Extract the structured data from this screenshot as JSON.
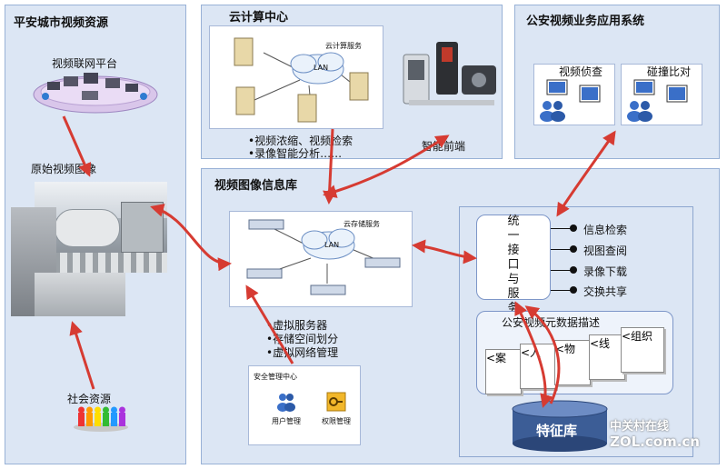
{
  "panels": {
    "left_title": "平安城市视频资源",
    "cloud_title": "云计算中心",
    "police_title": "公安视频业务应用系统",
    "db_title": "视频图像信息库"
  },
  "left": {
    "platform_label": "视频联网平台",
    "raw_video_label": "原始视频图像",
    "social_label": "社会资源"
  },
  "cloud": {
    "service_label": "云计算服务",
    "lan_label": "LAN",
    "bullets": [
      "•视频浓缩、视频检索",
      "•录像智能分析……"
    ],
    "front_end_label": "智能前端"
  },
  "police": {
    "app1": "视频侦查",
    "app2": "碰撞比对"
  },
  "db": {
    "storage_label": "云存储服务",
    "lan_label": "LAN",
    "bullets": [
      "•虚拟服务器",
      "•存储空间划分",
      "•虚拟网络管理"
    ],
    "security_title": "安全管理中心",
    "sec_items": [
      "用户管理",
      "权限管理"
    ],
    "interface_label": "统一接口与服务",
    "interface_items": [
      "信息检索",
      "视图查阅",
      "录像下载",
      "交换共享"
    ],
    "metadata_title": "公安视频元数据描述",
    "docs": [
      "<案",
      "<人",
      "<物",
      "<线",
      "<组织"
    ],
    "feature_db": "特征库"
  },
  "watermark": {
    "cn": "中关村在线",
    "en": "ZOL.com.cn"
  },
  "colors": {
    "panel_bg": "#dce6f4",
    "panel_border": "#98b1d6",
    "arrow": "#d63b32",
    "cylinder": "#3c5d96"
  }
}
